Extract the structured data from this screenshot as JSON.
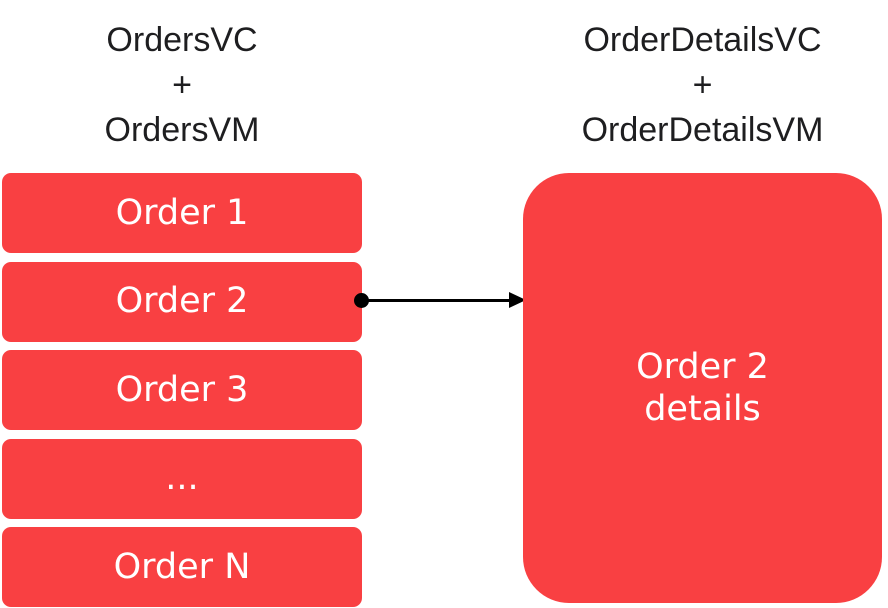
{
  "colors": {
    "node_red": "#f94042",
    "node_text": "#ffffff",
    "title_text": "#1e1e20",
    "connector_black": "#000000",
    "background": "#ffffff"
  },
  "left_panel": {
    "title_lines": [
      "OrdersVC",
      "+",
      "OrdersVM"
    ],
    "orders": [
      "Order 1",
      "Order 2",
      "Order 3",
      "...",
      "Order N"
    ]
  },
  "right_panel": {
    "title_lines": [
      "OrderDetailsVC",
      "+",
      "OrderDetailsVM"
    ],
    "details_label": "Order 2\ndetails"
  },
  "connector": {
    "from": "Order 2",
    "to": "Order 2\ndetails"
  }
}
